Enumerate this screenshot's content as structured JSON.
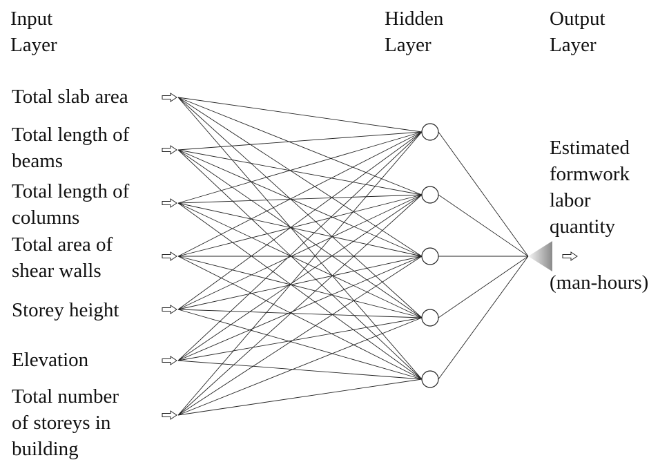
{
  "headers": {
    "input": [
      "Input",
      "Layer"
    ],
    "hidden": [
      "Hidden",
      "Layer"
    ],
    "output": [
      "Output",
      "Layer"
    ]
  },
  "inputs": [
    [
      "Total slab area"
    ],
    [
      "Total length of",
      "beams"
    ],
    [
      "Total length of",
      "columns"
    ],
    [
      "Total area of",
      "shear walls"
    ],
    [
      "Storey height"
    ],
    [
      "Elevation"
    ],
    [
      "Total number",
      "of storeys in",
      "building"
    ]
  ],
  "hidden_node_count": 5,
  "output_label": [
    "Estimated",
    "formwork",
    "labor",
    "quantity"
  ],
  "output_unit": "(man-hours)",
  "colors": {
    "line": "#222222",
    "node_fill": "#ffffff",
    "output_node_dark": "#8a8a8a",
    "output_node_light": "#f5f5f5"
  }
}
